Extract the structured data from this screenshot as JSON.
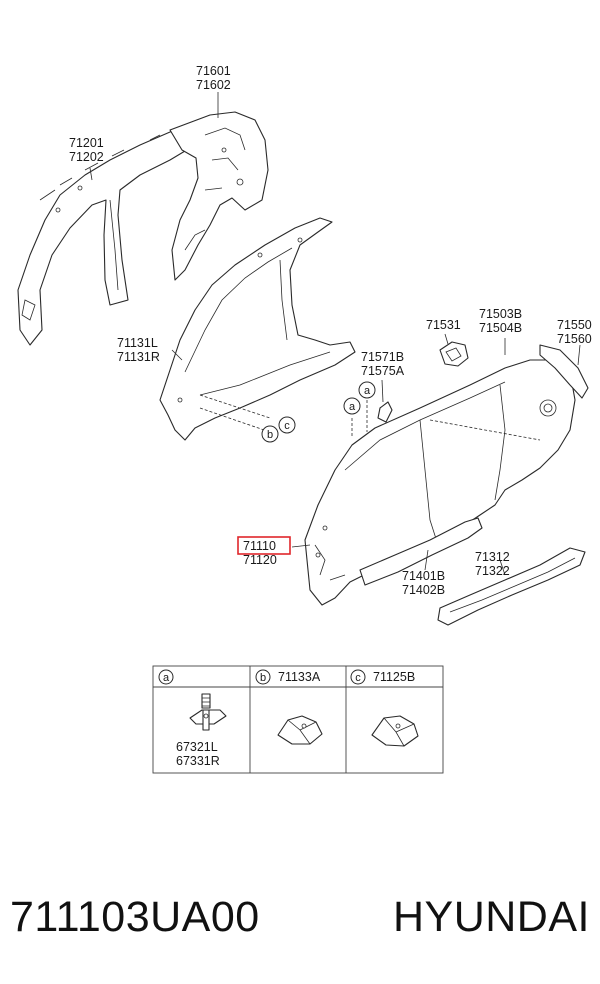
{
  "parts": {
    "p71601": "71601",
    "p71602": "71602",
    "p71201": "71201",
    "p71202": "71202",
    "p71131L": "71131L",
    "p71131R": "71131R",
    "p71531": "71531",
    "p71503B": "71503B",
    "p71504B": "71504B",
    "p71550": "71550",
    "p71560": "71560",
    "p71571B": "71571B",
    "p71575A": "71575A",
    "p71110": "71110",
    "p71120": "71120",
    "p71401B": "71401B",
    "p71402B": "71402B",
    "p71312": "71312",
    "p71322": "71322"
  },
  "callouts": {
    "a": "a",
    "b": "b",
    "c": "c"
  },
  "legend": {
    "a_label": "",
    "b_part": "71133A",
    "c_part": "71125B",
    "a_part1": "67321L",
    "a_part2": "67331R"
  },
  "highlighted_part": "71110",
  "highlight_color": "#e0262b",
  "footer": {
    "part_number": "711103UA00",
    "brand": "HYUNDAI"
  }
}
